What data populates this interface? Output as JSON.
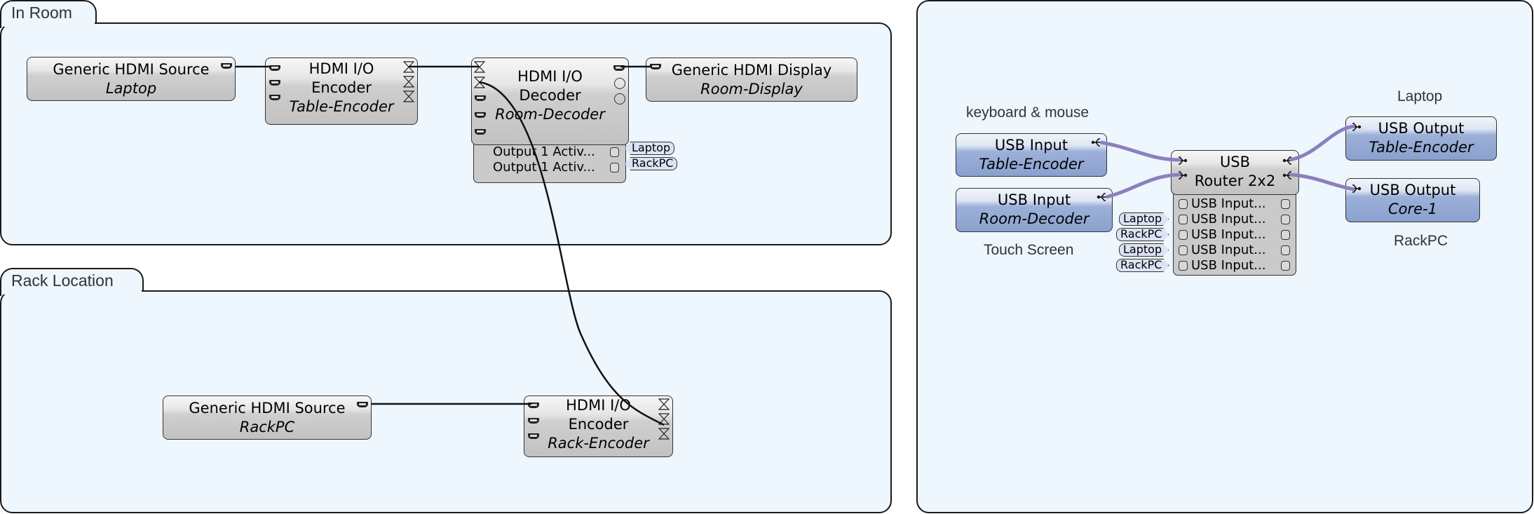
{
  "groups": {
    "in_room": {
      "title": "In Room"
    },
    "rack_location": {
      "title": "Rack Location"
    }
  },
  "hdmi_nodes": {
    "laptop_source": {
      "type": "Generic HDMI Source",
      "name": "Laptop"
    },
    "table_encoder": {
      "type_line1": "HDMI I/O",
      "type_line2": "Encoder",
      "name": "Table-Encoder"
    },
    "room_decoder": {
      "type_line1": "HDMI I/O",
      "type_line2": "Decoder",
      "name": "Room-Decoder",
      "outputs": [
        {
          "label": "Output 1  Activ...",
          "tag": "Laptop"
        },
        {
          "label": "Output 1  Activ...",
          "tag": "RackPC"
        }
      ]
    },
    "room_display": {
      "type": "Generic HDMI Display",
      "name": "Room-Display"
    },
    "rackpc_source": {
      "type": "Generic HDMI Source",
      "name": "RackPC"
    },
    "rack_encoder": {
      "type_line1": "HDMI I/O",
      "type_line2": "Encoder",
      "name": "Rack-Encoder"
    }
  },
  "usb": {
    "labels": {
      "keyboard_mouse": "keyboard & mouse",
      "touch_screen": "Touch Screen",
      "laptop": "Laptop",
      "rackpc": "RackPC"
    },
    "input_table_encoder": {
      "type": "USB Input",
      "name": "Table-Encoder"
    },
    "input_room_decoder": {
      "type": "USB Input",
      "name": "Room-Decoder"
    },
    "router": {
      "type_line1": "USB",
      "type_line2": "Router 2x2",
      "rows": [
        {
          "label": "USB Input...",
          "tag": ""
        },
        {
          "label": "USB Input...",
          "tag": "Laptop"
        },
        {
          "label": "USB Input...",
          "tag": "RackPC"
        },
        {
          "label": "USB Input...",
          "tag": "Laptop"
        },
        {
          "label": "USB Input...",
          "tag": "RackPC"
        }
      ]
    },
    "output_table_encoder": {
      "type": "USB Output",
      "name": "Table-Encoder"
    },
    "output_core1": {
      "type": "USB Output",
      "name": "Core-1"
    }
  },
  "colors": {
    "hdmi_wire": "#111111",
    "usb_wire": "#8c7fbf",
    "canvas_bg": "#eef6fe",
    "tag_bg": "#dde3f5"
  }
}
